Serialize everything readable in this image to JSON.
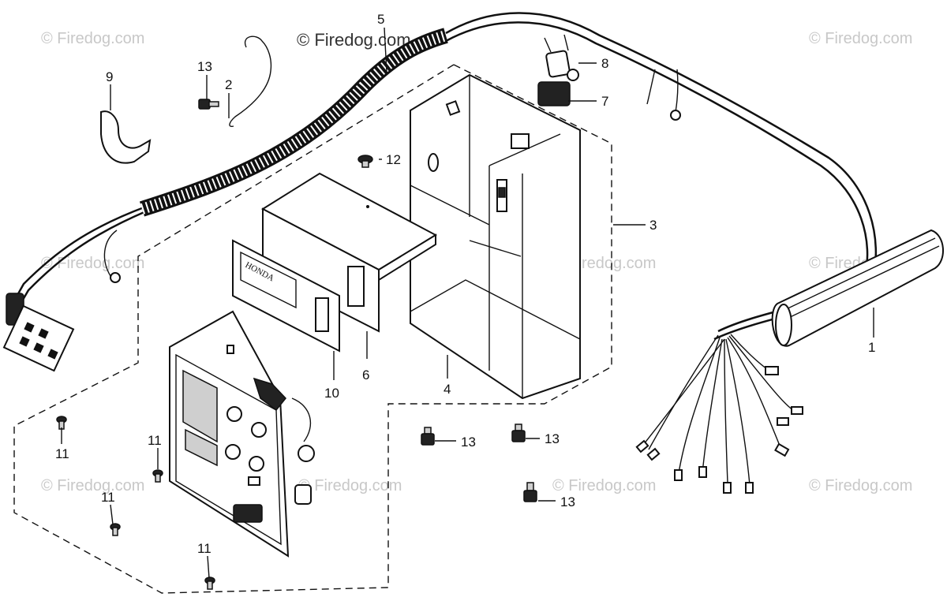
{
  "watermark": "© Firedog.com",
  "nameplate_text": "HONDA",
  "callouts": {
    "c1": "1",
    "c2": "2",
    "c3": "3",
    "c4": "4",
    "c5": "5",
    "c6": "6",
    "c7": "7",
    "c8": "8",
    "c9": "9",
    "c10": "10",
    "c11": "11",
    "c12": "12",
    "c13": "13"
  }
}
